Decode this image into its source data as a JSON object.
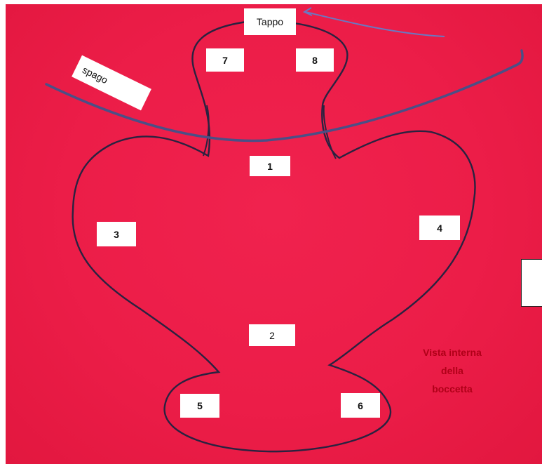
{
  "labels": {
    "tappo": "Tappo",
    "spago": "spago",
    "n1": "1",
    "n2": "2",
    "n3": "3",
    "n4": "4",
    "n5": "5",
    "n6": "6",
    "n7": "7",
    "n8": "8"
  },
  "caption": {
    "line1": "Vista interna",
    "line2": "della",
    "line3": "boccetta"
  },
  "colors": {
    "background": "#ec1d48",
    "outline": "#2a2240",
    "string": "#4b4f86",
    "caption": "#b00018"
  }
}
